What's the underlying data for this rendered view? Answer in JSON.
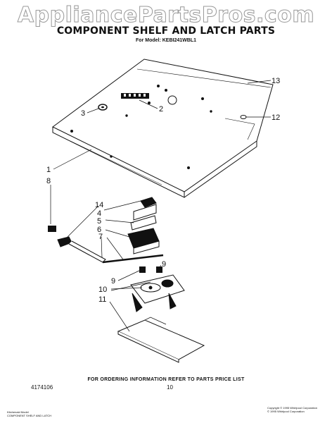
{
  "watermark": "AppliancePartsPros.com",
  "title": "COMPONENT SHELF AND LATCH PARTS",
  "subtitle": "For Model: KEBI241WBL1",
  "callouts": [
    "13",
    "2",
    "3",
    "12",
    "1",
    "8",
    "14",
    "4",
    "5",
    "6",
    "7",
    "9",
    "9",
    "10",
    "11"
  ],
  "footer": {
    "ordering_note": "FOR ORDERING INFORMATION REFER TO PARTS PRICE LIST",
    "doc_number": "4174106",
    "page_number": "10",
    "bottom_left": [
      "Kitchenaid Model",
      "COMPONENT SHELF AND LATCH"
    ],
    "copyright": [
      "Copyright © 1995 Whirlpool Corporation",
      "© 1995 Whirlpool Corporation"
    ]
  }
}
